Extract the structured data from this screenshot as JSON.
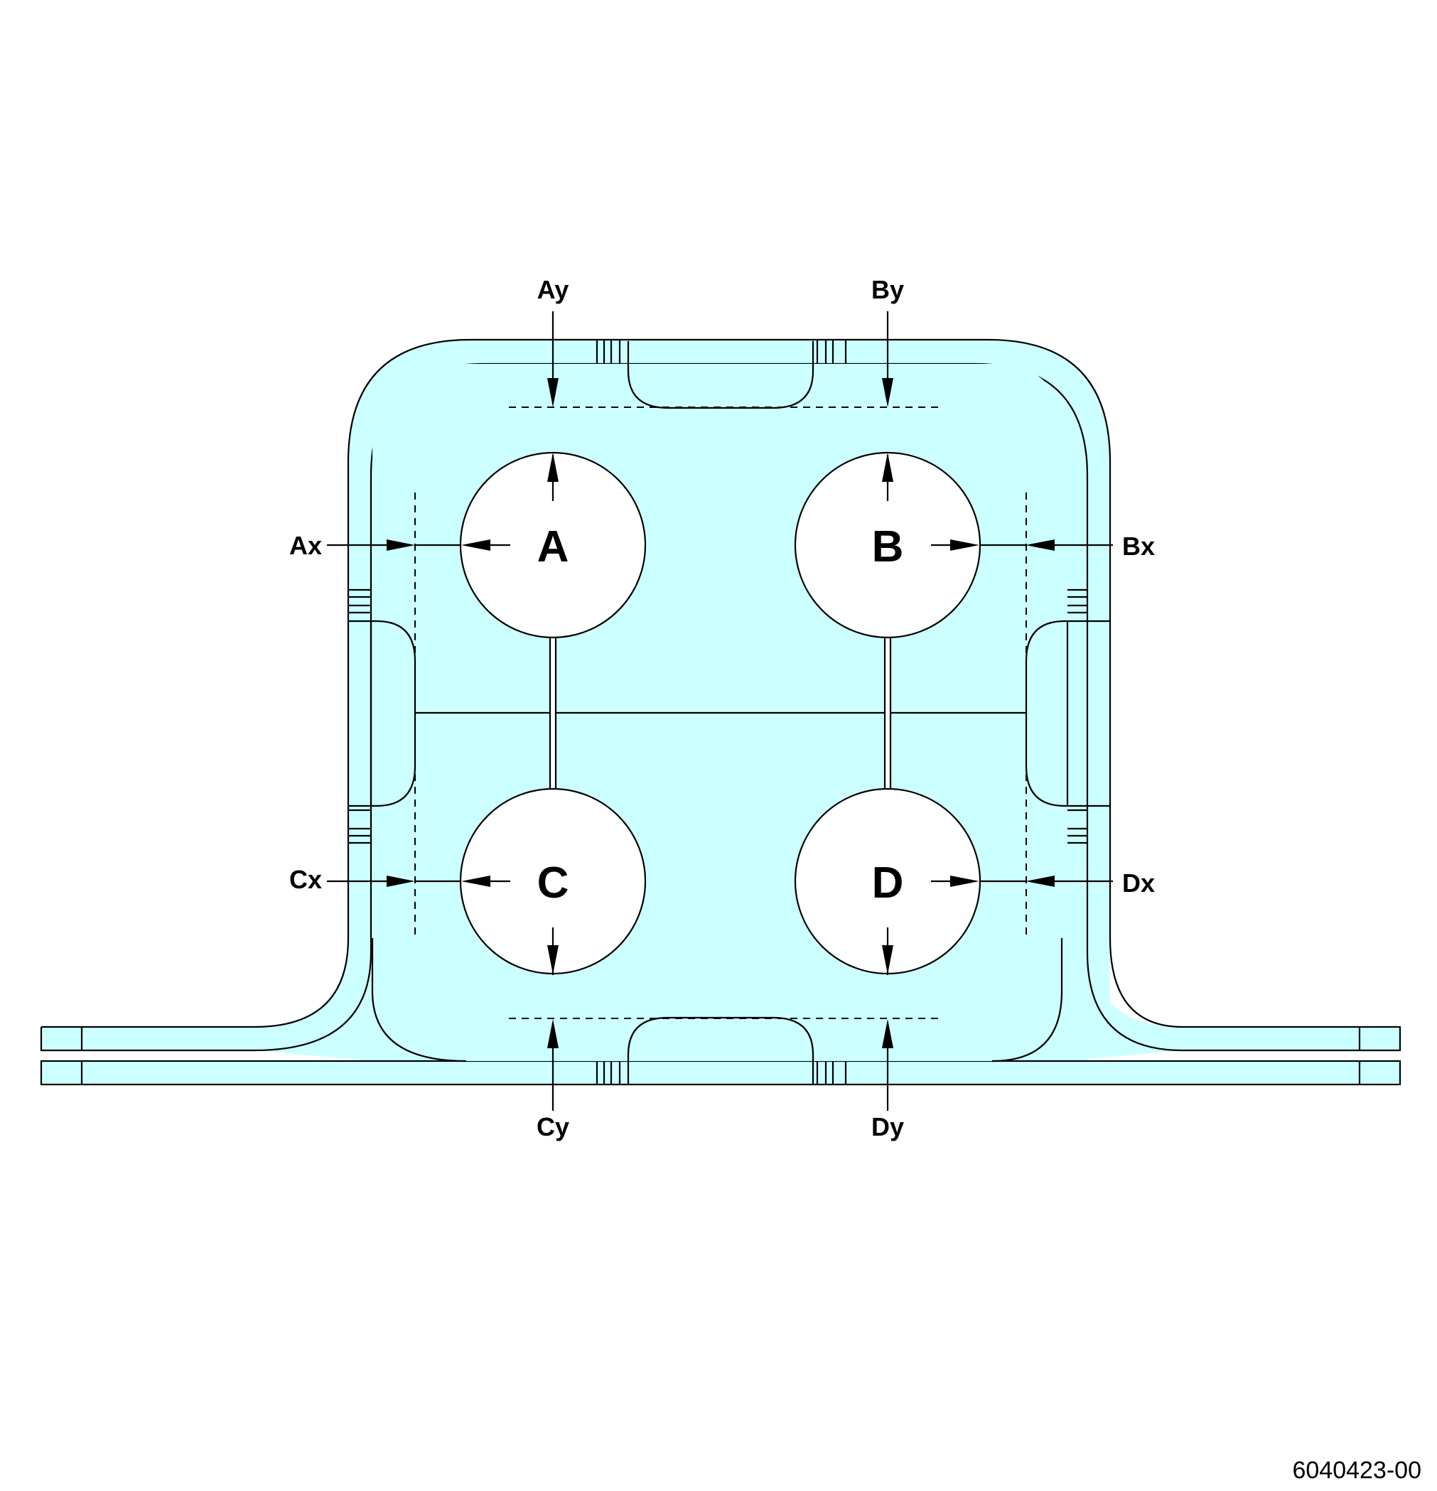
{
  "colors": {
    "part_fill": "#ccffff",
    "line": "#000000"
  },
  "holes": {
    "a": "A",
    "b": "B",
    "c": "C",
    "d": "D"
  },
  "dimensions": {
    "ay": "Ay",
    "by": "By",
    "cy": "Cy",
    "dy": "Dy",
    "ax": "Ax",
    "bx": "Bx",
    "cx": "Cx",
    "dx": "Dx"
  },
  "document_id": "6040423-00"
}
